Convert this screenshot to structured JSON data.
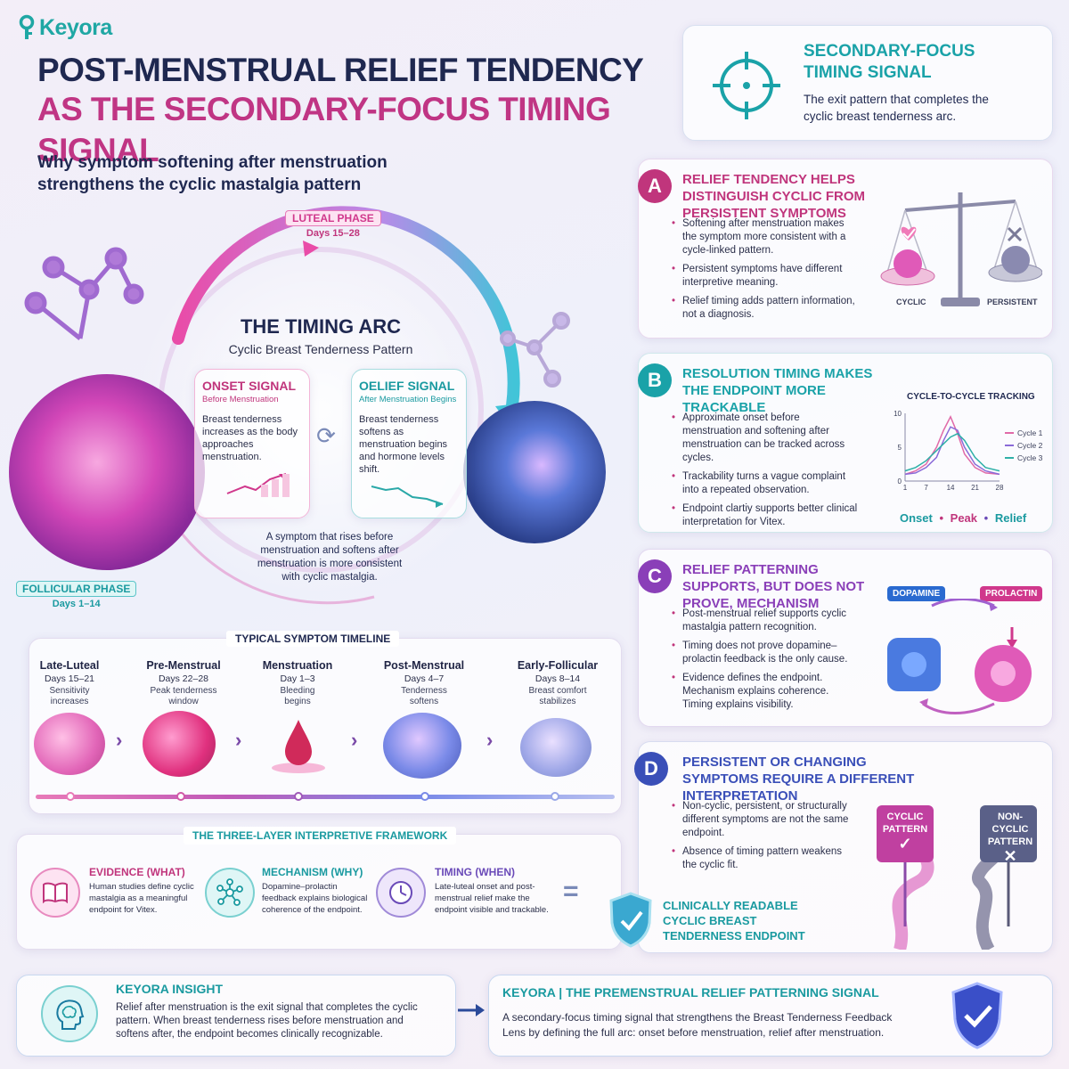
{
  "brand": {
    "name": "Keyora"
  },
  "title": {
    "line1": "POST-MENSTRUAL RELIEF TENDENCY",
    "line2": "AS THE SECONDARY-FOCUS TIMING SIGNAL"
  },
  "subtitle": {
    "line1": "Why symptom softening after menstruation",
    "line2": "strengthens the cyclic mastalgia pattern"
  },
  "arc": {
    "luteal_label": "LUTEAL PHASE",
    "luteal_days": "Days 15–28",
    "follicular_label": "FOLLICULAR PHASE",
    "follicular_days": "Days 1–14",
    "title": "THE TIMING ARC",
    "subtitle": "Cyclic Breast Tenderness Pattern",
    "onset_title": "ONSET SIGNAL",
    "onset_sub": "Before Menstruation",
    "onset_text": "Breast tenderness increases as the body approaches menstruation.",
    "relief_title": "OELIEF SIGNAL",
    "relief_sub": "After Menstruation Begins",
    "relief_text": "Breast tenderness softens as menstruation begins and hormone levels shift.",
    "caption": "A symptom that rises before menstruation and softens after menstruation is more consistent with cyclic mastalgia."
  },
  "timeline": {
    "title": "TYPICAL SYMPTOM TIMELINE",
    "stages": [
      {
        "name": "Late-Luteal",
        "days": "Days 15–21",
        "text": "Sensitivity increases"
      },
      {
        "name": "Pre-Menstrual",
        "days": "Days 22–28",
        "text": "Peak tenderness window"
      },
      {
        "name": "Menstruation",
        "days": "Day 1–3",
        "text": "Bleeding begins"
      },
      {
        "name": "Post-Menstrual",
        "days": "Days 4–7",
        "text": "Tenderness softens"
      },
      {
        "name": "Early-Follicular",
        "days": "Days 8–14",
        "text": "Breast comfort stabilizes"
      }
    ]
  },
  "framework": {
    "title": "THE THREE-LAYER INTERPRETIVE FRAMEWORK",
    "items": [
      {
        "title": "EVIDENCE (WHAT)",
        "text": "Human studies define cyclic mastalgia as a meaningful endpoint for Vitex."
      },
      {
        "title": "MECHANISM (WHY)",
        "text": "Dopamine–prolactin feedback explains biological coherence of the endpoint."
      },
      {
        "title": "TIMING (WHEN)",
        "text": "Late-luteal onset and post-menstrual relief make the endpoint visible and trackable."
      }
    ],
    "equals": "="
  },
  "insight": {
    "title": "KEYORA INSIGHT",
    "text": "Relief after menstruation is the exit signal that completes the cyclic pattern. When breast tenderness rises before menstruation and softens after, the endpoint becomes clinically recognizable."
  },
  "signal_box": {
    "title": "KEYORA | THE PREMENSTRUAL RELIEF PATTERNING SIGNAL",
    "text": "A secondary-focus timing signal that strengthens the Breast Tenderness Feedback Lens by defining the full arc: onset before menstruation, relief after menstruation."
  },
  "top_card": {
    "title_line1": "SECONDARY-FOCUS",
    "title_line2": "TIMING SIGNAL",
    "text": "The exit pattern that completes the cyclic breast tenderness arc."
  },
  "sections": [
    {
      "badge": "A",
      "title": "RELIEF TENDENCY HELPS DISTINGUISH CYCLIC FROM PERSISTENT SYMPTOMS",
      "color": "#c0357c",
      "bullets": [
        "Softening after menstruation makes the symptom more consistent with a cycle-linked pattern.",
        "Persistent symptoms have different interpretive meaning.",
        "Relief timing adds pattern information, not a diagnosis."
      ],
      "labels": [
        "CYCLIC",
        "PERSISTENT"
      ]
    },
    {
      "badge": "B",
      "title": "RESOLUTION TIMING MAKES THE ENDPOINT MORE TRACKABLE",
      "color": "#1aa2a8",
      "bullets": [
        "Approximate onset before menstruation and softening after menstruation can be tracked across cycles.",
        "Trackability turns a vague complaint into a repeated observation.",
        "Endpoint clartiy supports better clinical interpretation for Vitex."
      ],
      "chart_title": "CYCLE-TO-CYCLE TRACKING",
      "legend": [
        "Cycle 1",
        "Cycle 2",
        "Cycle 3"
      ],
      "footer": [
        "Onset",
        "Peak",
        "Relief"
      ]
    },
    {
      "badge": "C",
      "title": "RELIEF PATTERNING SUPPORTS, BUT DOES NOT PROVE, MECHANISM",
      "color": "#8a3fb8",
      "bullets": [
        "Post-menstrual relief supports cyclic mastalgia pattern recognition.",
        "Timing does not prove dopamine–prolactin feedback is the only cause.",
        "Evidence defines the endpoint. Mechanism explains coherence. Timing explains visibility."
      ],
      "labels": [
        "DOPAMINE",
        "PROLACTIN"
      ]
    },
    {
      "badge": "D",
      "title": "PERSISTENT OR CHANGING SYMPTOMS REQUIRE A DIFFERENT INTERPRETATION",
      "color": "#3a4fb8",
      "bullets": [
        "Non-cyclic, persistent, or structurally different symptoms are not the same endpoint.",
        "Absence of timing pattern weakens the cyclic fit."
      ],
      "labels": [
        "CYCLIC PATTERN",
        "NON-CYCLIC PATTERN"
      ]
    }
  ],
  "endpoint": {
    "line1": "CLINICALLY READABLE",
    "line2": "CYCLIC BREAST",
    "line3": "TENDERNESS ENDPOINT"
  },
  "chart_data": {
    "type": "line",
    "title": "CYCLE-TO-CYCLE TRACKING",
    "x": [
      1,
      4,
      7,
      10,
      12,
      14,
      16,
      18,
      21,
      24,
      28
    ],
    "xticks": [
      1,
      7,
      14,
      21,
      28
    ],
    "yticks": [
      0,
      5,
      10
    ],
    "ylim": [
      0,
      10
    ],
    "series": [
      {
        "name": "Cycle 1",
        "color": "#e06aa8",
        "values": [
          1,
          1.5,
          2.5,
          5,
          7.5,
          9.5,
          7,
          4,
          2,
          1.2,
          1
        ]
      },
      {
        "name": "Cycle 2",
        "color": "#8a6ad8",
        "values": [
          1,
          1.2,
          2,
          3.5,
          6,
          8,
          7.5,
          5,
          2.5,
          1.5,
          1
        ]
      },
      {
        "name": "Cycle 3",
        "color": "#2fb0a8",
        "values": [
          1.5,
          2,
          3,
          4.5,
          5.5,
          6.5,
          7,
          6,
          3.5,
          2,
          1.5
        ]
      }
    ]
  }
}
